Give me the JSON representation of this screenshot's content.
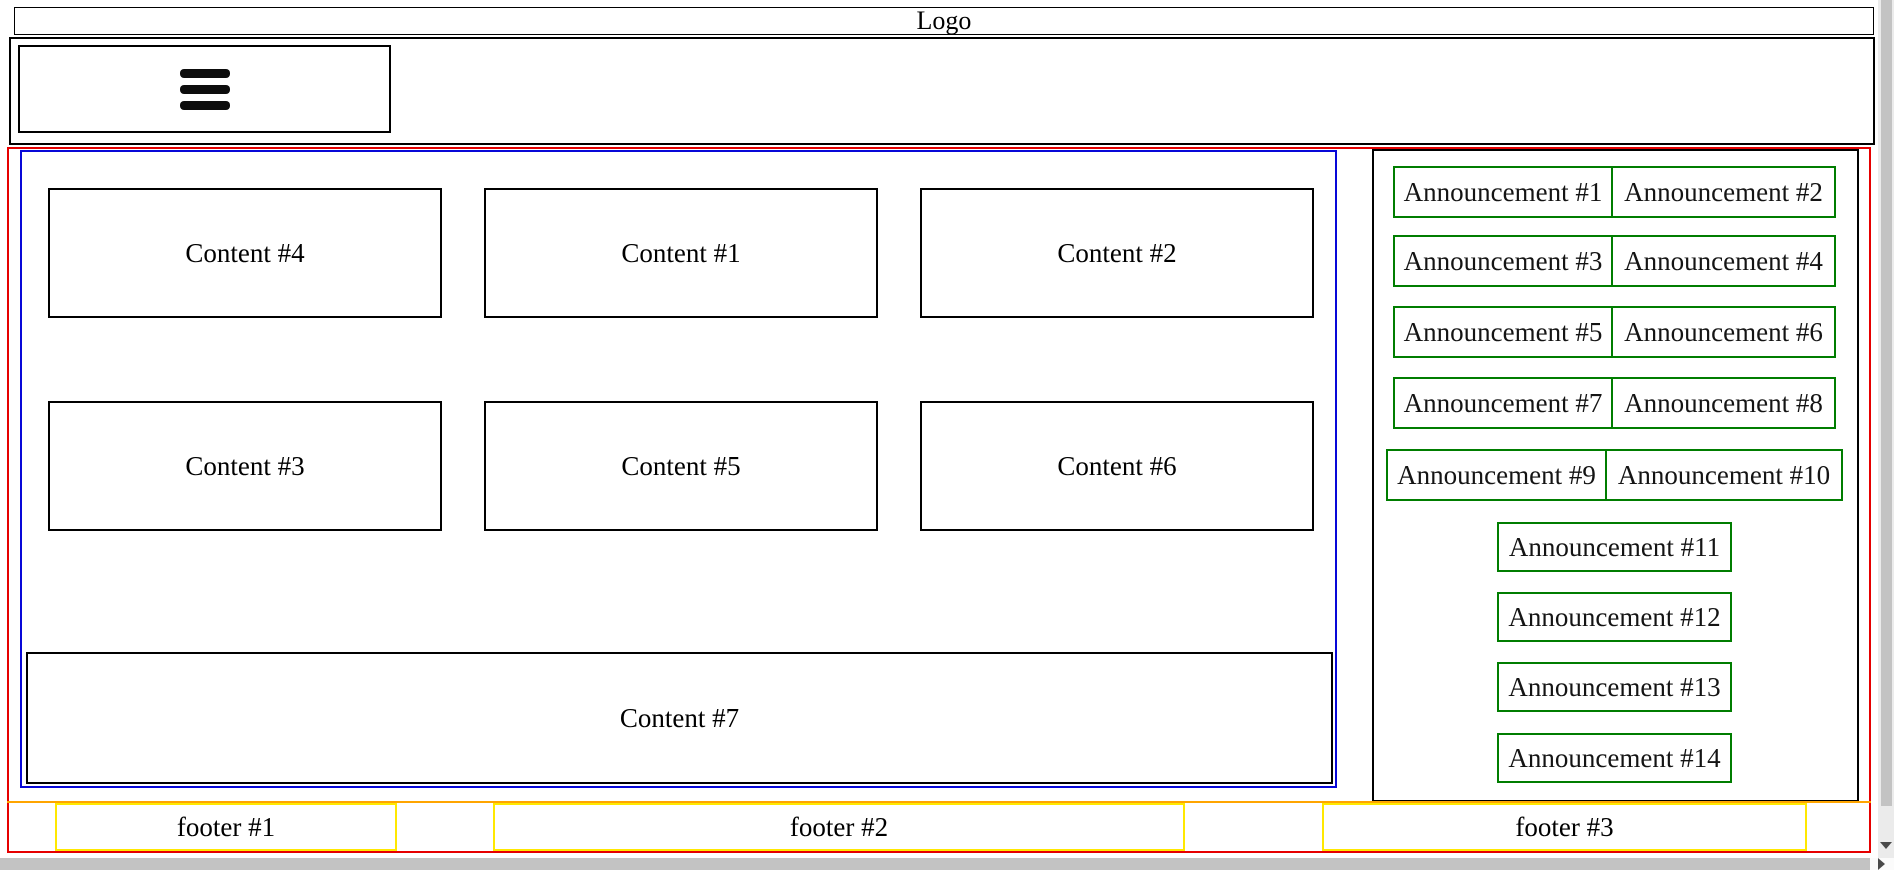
{
  "header": {
    "logo": "Logo"
  },
  "nav": {
    "menu_icon": "hamburger-menu"
  },
  "main_content": {
    "boxes": [
      "Content #4",
      "Content #1",
      "Content #2",
      "Content #3",
      "Content #5",
      "Content #6"
    ],
    "wide_box": "Content #7"
  },
  "announcements": {
    "paired_rows": [
      {
        "left": "Announcement #1",
        "right": "Announcement #2"
      },
      {
        "left": "Announcement #3",
        "right": "Announcement #4"
      },
      {
        "left": "Announcement #5",
        "right": "Announcement #6"
      },
      {
        "left": "Announcement #7",
        "right": "Announcement #8"
      },
      {
        "left": "Announcement #9",
        "right": "Announcement #10"
      }
    ],
    "single_rows": [
      "Announcement #11",
      "Announcement #12",
      "Announcement #13",
      "Announcement #14"
    ]
  },
  "footer": {
    "cells": [
      "footer #1",
      "footer #2",
      "footer #3"
    ]
  },
  "colors": {
    "content_border": "#000000",
    "main_outline": "#e60000",
    "content_outline": "#0808d8",
    "announcement_border": "#007d00",
    "footer_outline": "#ffa500",
    "footer_cell_border": "#ffe800",
    "scrollbar_thumb": "#c3c3c3"
  }
}
